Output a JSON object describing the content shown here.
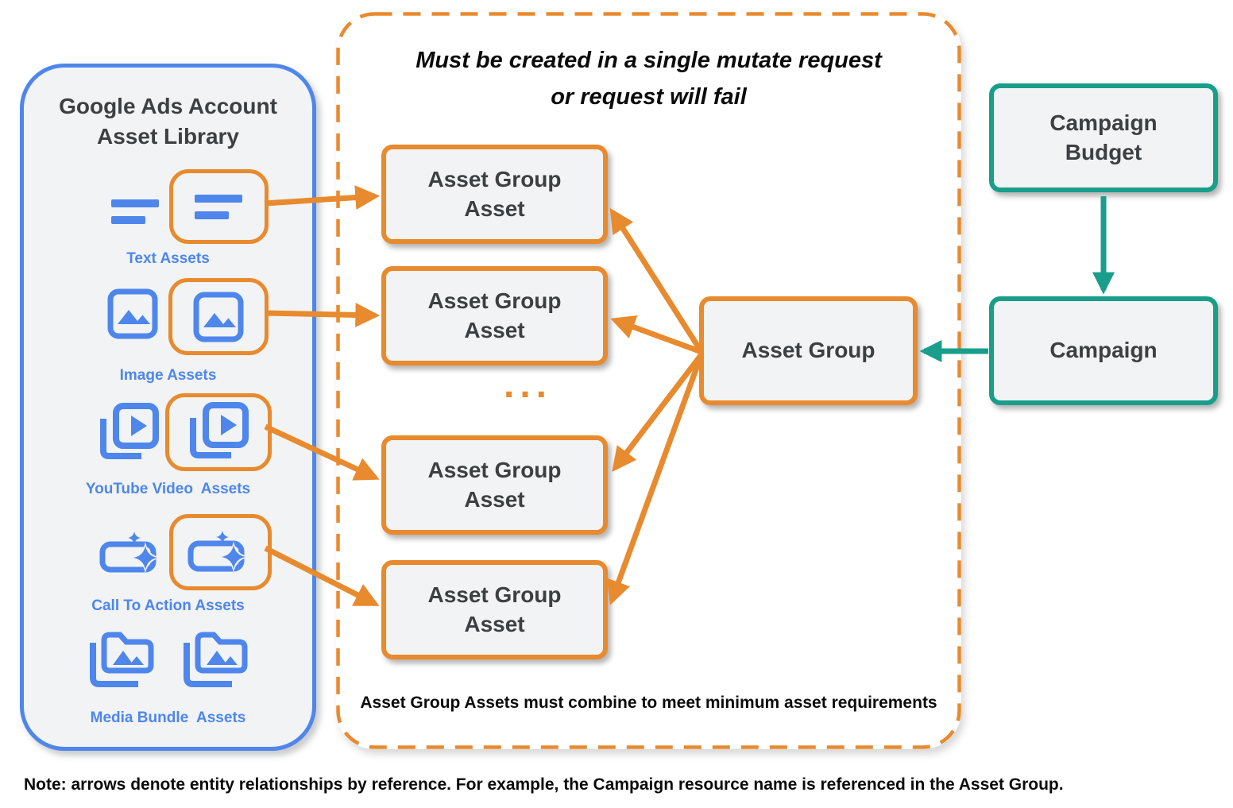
{
  "colors": {
    "blue": "#4E86EC",
    "orange": "#E88A2E",
    "teal": "#189E8A",
    "dark_text": "#3C4043",
    "black_text": "#0B0B0B",
    "box_fill": "#F1F3F4"
  },
  "library": {
    "title": "Google Ads Account\nAsset Library",
    "items": [
      {
        "label": "Text Assets",
        "icon": "text-asset-icon"
      },
      {
        "label": "Image Assets",
        "icon": "image-asset-icon"
      },
      {
        "label": "YouTube Video  Assets",
        "icon": "youtube-video-asset-icon"
      },
      {
        "label": "Call To Action Assets",
        "icon": "call-to-action-asset-icon"
      },
      {
        "label": "Media Bundle  Assets",
        "icon": "media-bundle-asset-icon"
      }
    ]
  },
  "mutate_group": {
    "title": "Must be created in a single mutate request\nor request will fail",
    "boxes": [
      {
        "label": "Asset Group\nAsset"
      },
      {
        "label": "Asset Group\nAsset"
      },
      {
        "label": "Asset Group\nAsset"
      },
      {
        "label": "Asset Group\nAsset"
      }
    ],
    "ellipsis": "...",
    "footnote": "Asset Group Assets must combine to meet minimum asset requirements"
  },
  "asset_group": {
    "label": "Asset Group"
  },
  "campaign_budget": {
    "label": "Campaign\nBudget"
  },
  "campaign": {
    "label": "Campaign"
  },
  "note": "Note: arrows denote entity relationships by reference. For example, the Campaign resource name is referenced in the Asset Group."
}
